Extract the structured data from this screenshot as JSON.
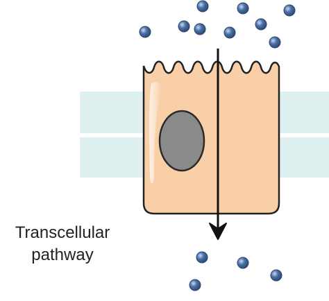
{
  "label": {
    "line1": "Transcellular",
    "line2": "pathway"
  },
  "colors": {
    "background": "#ffffff",
    "membrane_band": "#def1f0",
    "cell_fill": "#f9cfa8",
    "cell_stroke": "#222222",
    "nucleus_fill": "#8a8a8a",
    "nucleus_stroke": "#2a2a2a",
    "arrow": "#111111",
    "molecule_fill": "#4a6fa5",
    "molecule_highlight": "#c9d8ee",
    "molecule_stroke": "#2b4770"
  },
  "icons": {
    "molecule": "solute-particle",
    "arrow": "down-arrow"
  }
}
